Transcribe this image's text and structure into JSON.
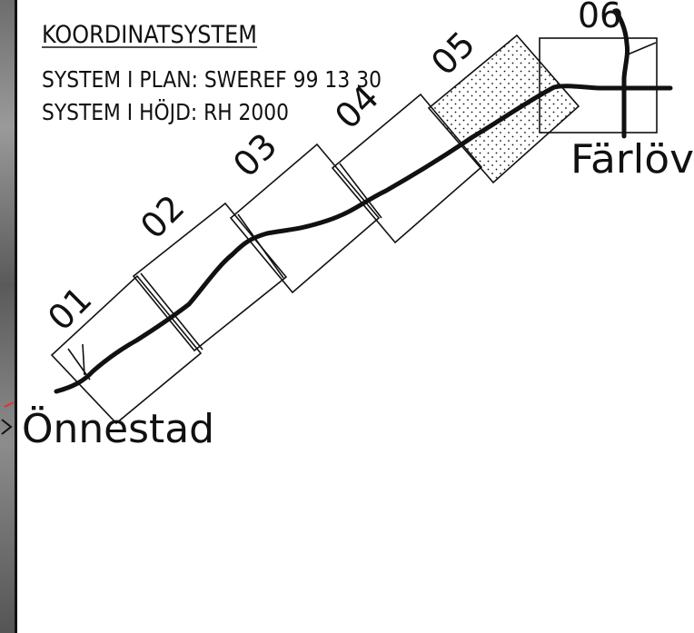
{
  "legend": {
    "heading": "KOORDINATSYSTEM",
    "plan_line": "SYSTEM I PLAN: SWEREF 99 13 30",
    "height_line": "SYSTEM I HÖJD: RH 2000"
  },
  "places": {
    "start": "Önnestad",
    "end": "Färlöv"
  },
  "sheets": [
    "01",
    "02",
    "03",
    "04",
    "05",
    "06"
  ],
  "colors": {
    "line": "#111111",
    "background": "#ffffff",
    "marker_red": "#e03030"
  }
}
